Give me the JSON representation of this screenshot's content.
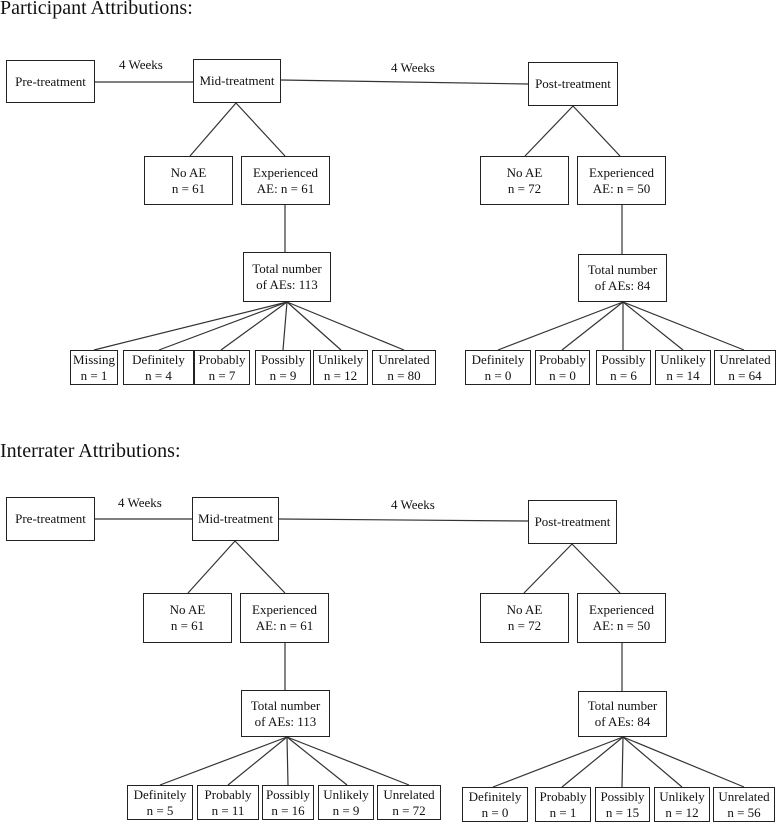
{
  "panels": [
    {
      "heading": "Participant Attributions:",
      "pre": "Pre-treatment",
      "mid": "Mid-treatment",
      "post": "Post-treatment",
      "interval1": "4 Weeks",
      "interval2": "4 Weeks",
      "mid_branch": {
        "no_ae": [
          "No AE",
          "n = 61"
        ],
        "experienced": [
          "Experienced",
          "AE: n = 61"
        ],
        "total": [
          "Total number",
          "of AEs: 113"
        ],
        "categories": [
          [
            "Missing",
            "n = 1"
          ],
          [
            "Definitely",
            "n = 4"
          ],
          [
            "Probably",
            "n = 7"
          ],
          [
            "Possibly",
            "n = 9"
          ],
          [
            "Unlikely",
            "n = 12"
          ],
          [
            "Unrelated",
            "n = 80"
          ]
        ]
      },
      "post_branch": {
        "no_ae": [
          "No AE",
          "n = 72"
        ],
        "experienced": [
          "Experienced",
          "AE: n = 50"
        ],
        "total": [
          "Total number",
          "of AEs: 84"
        ],
        "categories": [
          [
            "Definitely",
            "n = 0"
          ],
          [
            "Probably",
            "n = 0"
          ],
          [
            "Possibly",
            "n = 6"
          ],
          [
            "Unlikely",
            "n = 14"
          ],
          [
            "Unrelated",
            "n = 64"
          ]
        ]
      }
    },
    {
      "heading": "Interrater Attributions:",
      "pre": "Pre-treatment",
      "mid": "Mid-treatment",
      "post": "Post-treatment",
      "interval1": "4 Weeks",
      "interval2": "4 Weeks",
      "mid_branch": {
        "no_ae": [
          "No AE",
          "n = 61"
        ],
        "experienced": [
          "Experienced",
          "AE: n = 61"
        ],
        "total": [
          "Total number",
          "of AEs: 113"
        ],
        "categories": [
          [
            "Definitely",
            "n = 5"
          ],
          [
            "Probably",
            "n = 11"
          ],
          [
            "Possibly",
            "n = 16"
          ],
          [
            "Unlikely",
            "n = 9"
          ],
          [
            "Unrelated",
            "n = 72"
          ]
        ]
      },
      "post_branch": {
        "no_ae": [
          "No AE",
          "n = 72"
        ],
        "experienced": [
          "Experienced",
          "AE: n = 50"
        ],
        "total": [
          "Total number",
          "of AEs: 84"
        ],
        "categories": [
          [
            "Definitely",
            "n = 0"
          ],
          [
            "Probably",
            "n = 1"
          ],
          [
            "Possibly",
            "n = 15"
          ],
          [
            "Unlikely",
            "n = 12"
          ],
          [
            "Unrelated",
            "n = 56"
          ]
        ]
      }
    }
  ]
}
